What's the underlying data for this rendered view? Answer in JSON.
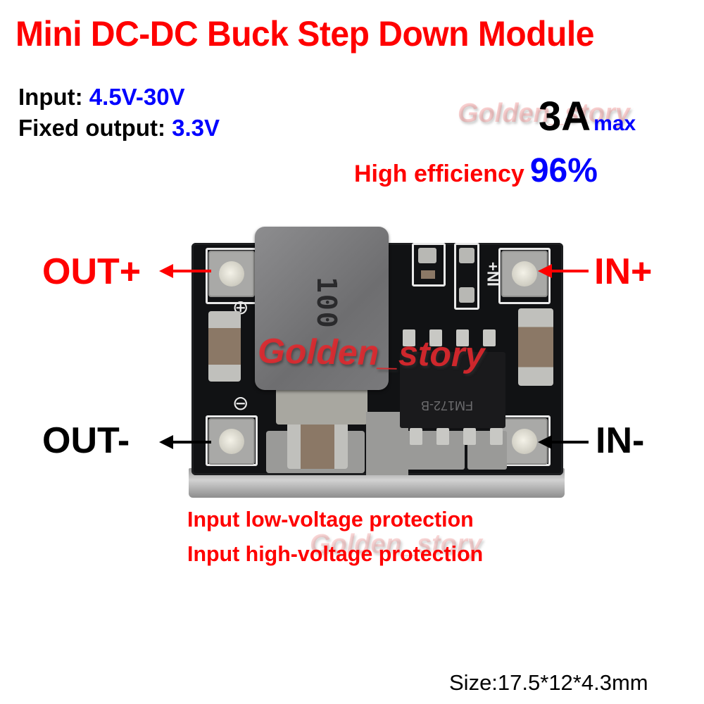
{
  "title": "Mini DC-DC Buck Step Down Module",
  "specs": {
    "input_label": "Input:",
    "input_value": "4.5V-30V",
    "output_label": "Fixed output:",
    "output_value": "3.3V",
    "current_value": "3A",
    "current_suffix": "max",
    "efficiency_label": "High efficiency",
    "efficiency_value": "96%"
  },
  "pins": {
    "out_plus": "OUT+",
    "out_minus": "OUT-",
    "in_plus": "IN+",
    "in_minus": "IN-"
  },
  "board": {
    "inductor_marking": "100",
    "ic_marking": "FM172-B",
    "silkscreen_in": "IN+",
    "silkscreen_plus": "⊕",
    "silkscreen_minus": "⊖"
  },
  "protections": [
    "Input low-voltage protection",
    "Input high-voltage protection"
  ],
  "watermark": "Golden_story",
  "size_text": "Size:17.5*12*4.3mm",
  "colors": {
    "red": "#ff0000",
    "blue": "#0000ff",
    "black": "#000000",
    "pcb": "#111214"
  }
}
